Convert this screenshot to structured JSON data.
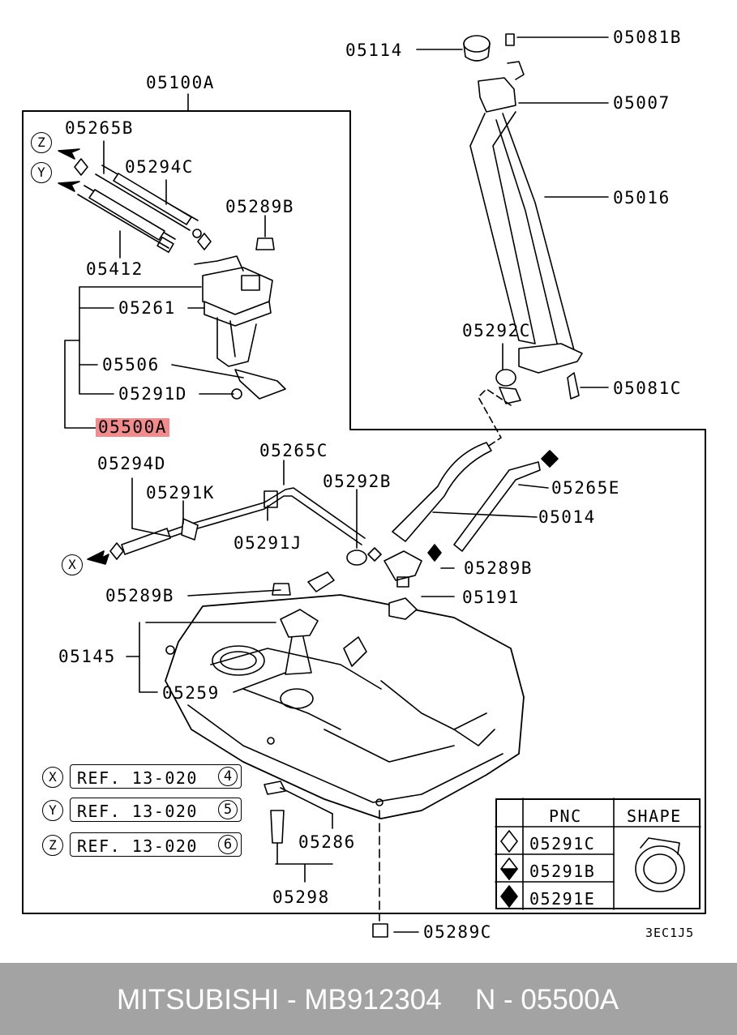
{
  "labels": {
    "l05100A": "05100A",
    "l05265B": "05265B",
    "l05294C": "05294C",
    "l05289B_top": "05289B",
    "l05412": "05412",
    "l05261": "05261",
    "l05506": "05506",
    "l05291D": "05291D",
    "l05500A": "05500A",
    "l05114": "05114",
    "l05081B": "05081B",
    "l05007": "05007",
    "l05016": "05016",
    "l05292C": "05292C",
    "l05081C": "05081C",
    "l05265C": "05265C",
    "l05294D": "05294D",
    "l05291K": "05291K",
    "l05292B": "05292B",
    "l05265E": "05265E",
    "l05014": "05014",
    "l05291J": "05291J",
    "l05289B_mid": "05289B",
    "l05191": "05191",
    "l05289B_tank": "05289B",
    "l05145": "05145",
    "l05259": "05259",
    "l05286": "05286",
    "l05298": "05298",
    "l05289C": "05289C",
    "code": "3EC1J5"
  },
  "connectors": {
    "x": "X",
    "y": "Y",
    "z": "Z"
  },
  "refs": [
    {
      "letter": "X",
      "text": "REF. 13-020",
      "num": "4"
    },
    {
      "letter": "Y",
      "text": "REF. 13-020",
      "num": "5"
    },
    {
      "letter": "Z",
      "text": "REF. 13-020",
      "num": "6"
    }
  ],
  "legend": {
    "col_pnc": "PNC",
    "col_shape": "SHAPE",
    "rows": [
      {
        "symbol": "outline-diamond-icon",
        "pnc": "05291C"
      },
      {
        "symbol": "half-filled-diamond-icon",
        "pnc": "05291B"
      },
      {
        "symbol": "filled-diamond-icon",
        "pnc": "05291E"
      }
    ]
  },
  "highlight_color": "#f28b8b",
  "footer": {
    "brand_part": "MITSUBISHI - MB912304",
    "ref": "N - 05500A",
    "background": "#a3a3a3"
  }
}
